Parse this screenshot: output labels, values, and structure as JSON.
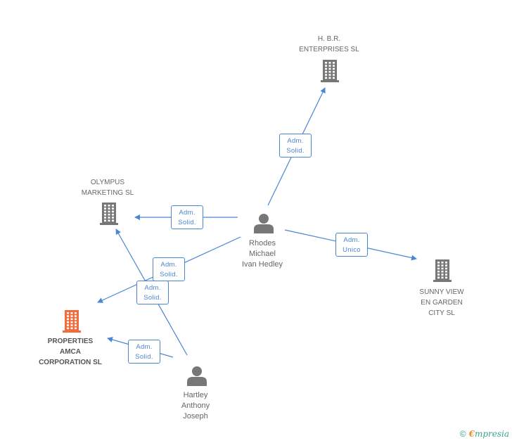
{
  "nodes": {
    "hbr": {
      "type": "company",
      "lines": [
        "H. B.R.",
        "ENTERPRISES SL"
      ],
      "color": "#777777"
    },
    "olympus": {
      "type": "company",
      "lines": [
        "OLYMPUS",
        "MARKETING SL"
      ],
      "color": "#777777"
    },
    "sunny": {
      "type": "company",
      "lines": [
        "SUNNY VIEW",
        "EN GARDEN",
        "CITY SL"
      ],
      "color": "#777777"
    },
    "properties": {
      "type": "company",
      "lines": [
        "PROPERTIES",
        "AMCA",
        "CORPORATION SL"
      ],
      "color": "#f26b3a"
    },
    "rhodes": {
      "type": "person",
      "lines": [
        "Rhodes",
        "Michael",
        "Ivan Hedley"
      ],
      "color": "#777777"
    },
    "hartley": {
      "type": "person",
      "lines": [
        "Hartley",
        "Anthony",
        "Joseph"
      ],
      "color": "#777777"
    }
  },
  "edges": [
    {
      "from": "rhodes",
      "to": "hbr",
      "label": [
        "Adm.",
        "Solid."
      ]
    },
    {
      "from": "rhodes",
      "to": "olympus",
      "label": [
        "Adm.",
        "Solid."
      ]
    },
    {
      "from": "rhodes",
      "to": "sunny",
      "label": [
        "Adm.",
        "Unico"
      ]
    },
    {
      "from": "rhodes",
      "to": "properties",
      "label": [
        "Adm.",
        "Solid."
      ]
    },
    {
      "from": "hartley",
      "to": "olympus",
      "label": [
        "Adm.",
        "Solid."
      ]
    },
    {
      "from": "hartley",
      "to": "properties",
      "label": [
        "Adm.",
        "Solid."
      ]
    }
  ],
  "edge_color": "#4a86d4",
  "watermark": {
    "copyright": "©",
    "brand_initial": "€",
    "brand_rest": "mpresia"
  }
}
